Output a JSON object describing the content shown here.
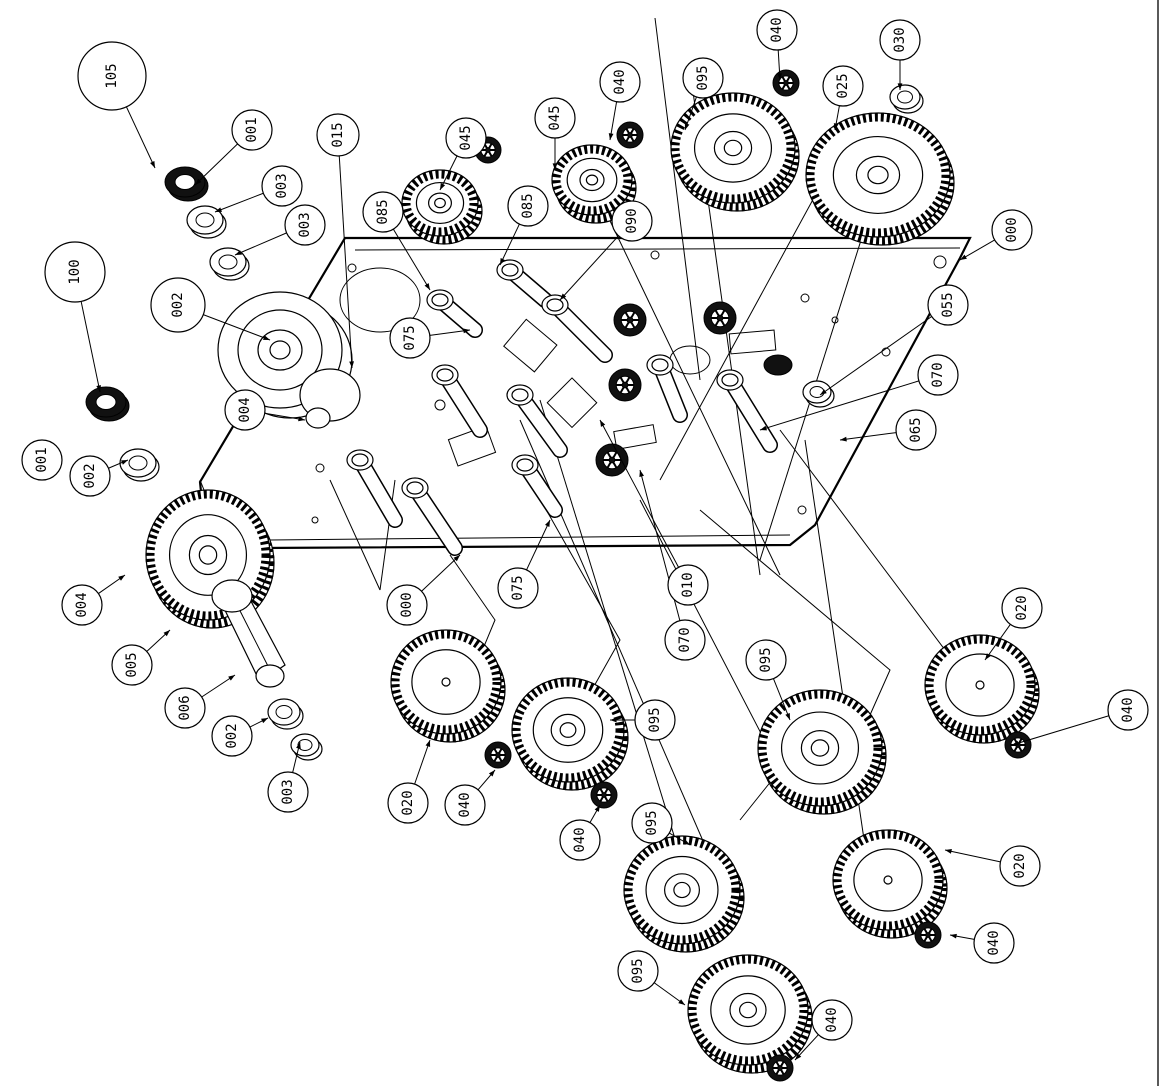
{
  "drawing": {
    "type": "exploded-assembly",
    "balloons": [
      {
        "id": "b105",
        "label": "105"
      },
      {
        "id": "b001a",
        "label": "001"
      },
      {
        "id": "b003a",
        "label": "003"
      },
      {
        "id": "b003b",
        "label": "003"
      },
      {
        "id": "b015",
        "label": "015"
      },
      {
        "id": "b002a",
        "label": "002"
      },
      {
        "id": "b100",
        "label": "100"
      },
      {
        "id": "b004a",
        "label": "004"
      },
      {
        "id": "b001b",
        "label": "001"
      },
      {
        "id": "b002b",
        "label": "002"
      },
      {
        "id": "b004b",
        "label": "004"
      },
      {
        "id": "b005",
        "label": "005"
      },
      {
        "id": "b006",
        "label": "006"
      },
      {
        "id": "b002c",
        "label": "002"
      },
      {
        "id": "b003c",
        "label": "003"
      },
      {
        "id": "b045a",
        "label": "045"
      },
      {
        "id": "b085a",
        "label": "085"
      },
      {
        "id": "b045b",
        "label": "045"
      },
      {
        "id": "b085b",
        "label": "085"
      },
      {
        "id": "b040a",
        "label": "040"
      },
      {
        "id": "b095a",
        "label": "095"
      },
      {
        "id": "b040b",
        "label": "040"
      },
      {
        "id": "b025",
        "label": "025"
      },
      {
        "id": "b030",
        "label": "030"
      },
      {
        "id": "b090",
        "label": "090"
      },
      {
        "id": "b000a",
        "label": "000"
      },
      {
        "id": "b055",
        "label": "055"
      },
      {
        "id": "b075a",
        "label": "075"
      },
      {
        "id": "b070a",
        "label": "070"
      },
      {
        "id": "b065",
        "label": "065"
      },
      {
        "id": "b000b",
        "label": "000"
      },
      {
        "id": "b075b",
        "label": "075"
      },
      {
        "id": "b010",
        "label": "010"
      },
      {
        "id": "b070b",
        "label": "070"
      },
      {
        "id": "b020a",
        "label": "020"
      },
      {
        "id": "b040c",
        "label": "040"
      },
      {
        "id": "b095b",
        "label": "095"
      },
      {
        "id": "b040d",
        "label": "040"
      },
      {
        "id": "b095c",
        "label": "095"
      },
      {
        "id": "b020b",
        "label": "020"
      },
      {
        "id": "b040e",
        "label": "040"
      },
      {
        "id": "b095d",
        "label": "095"
      },
      {
        "id": "b020c",
        "label": "020"
      },
      {
        "id": "b040f",
        "label": "040"
      },
      {
        "id": "b095e",
        "label": "095"
      },
      {
        "id": "b040g",
        "label": "040"
      }
    ]
  }
}
